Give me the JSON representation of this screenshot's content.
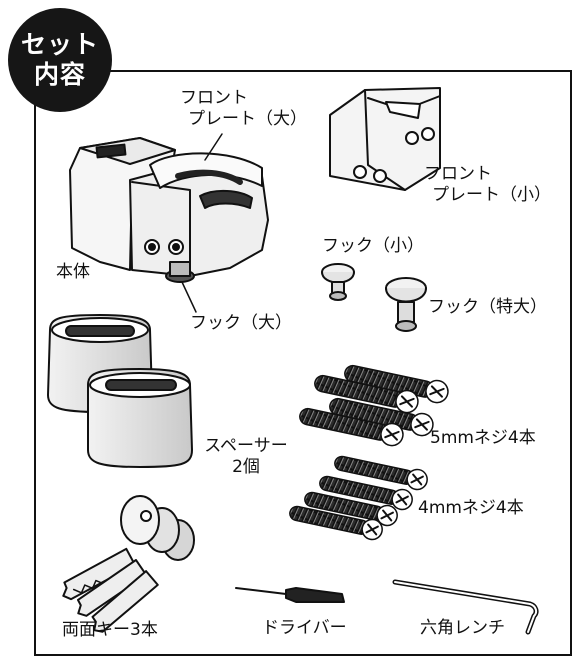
{
  "badge": {
    "line1": "セット",
    "line2": "内容"
  },
  "items": {
    "front_plate_large": {
      "line1": "フロント",
      "line2": "プレート（大）"
    },
    "front_plate_small": {
      "line1": "フロント",
      "line2": "プレート（小）"
    },
    "body": "本体",
    "hook_large": "フック（大）",
    "hook_small": "フック（小）",
    "hook_xl": "フック（特大）",
    "spacer": {
      "line1": "スペーサー",
      "line2": "2個"
    },
    "screw_5mm": "5mmネジ4本",
    "screw_4mm": "4mmネジ4本",
    "keys": "両面キー3本",
    "screwdriver": "ドライバー",
    "hex_wrench": "六角レンチ"
  },
  "icons": [
    "lock-body-icon",
    "front-plate-large-icon",
    "front-plate-small-icon",
    "hook-small-icon",
    "hook-xl-icon",
    "spacer-icon",
    "screw-5mm-icon",
    "screw-4mm-icon",
    "keys-icon",
    "screwdriver-icon",
    "hex-wrench-icon"
  ]
}
